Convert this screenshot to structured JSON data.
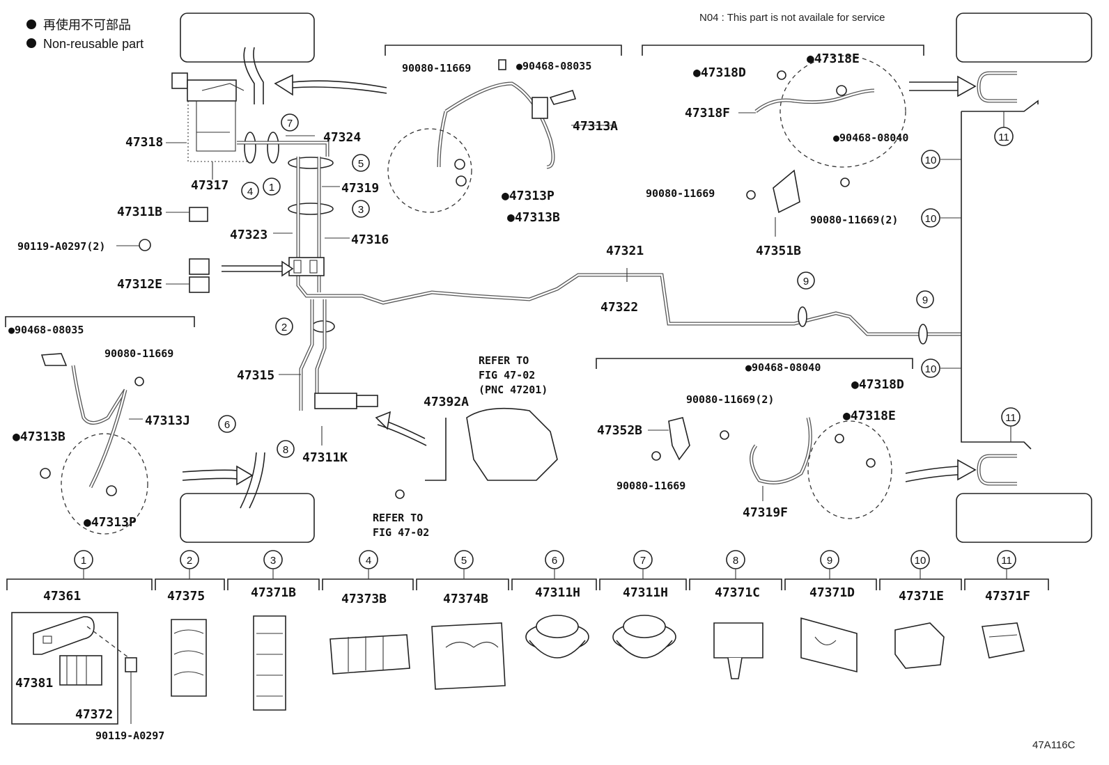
{
  "legend": {
    "bullet_jp": "再使用不可部品",
    "bullet_en": "Non-reusable part"
  },
  "note": "N04 : This part is not availale for service",
  "diagram_id": "47A116C",
  "labels": {
    "p47318": "47318",
    "p47317": "47317",
    "p47324": "47324",
    "p47319": "47319",
    "p47323": "47323",
    "p47316": "47316",
    "p47311B": "47311B",
    "p90119_A0297_2": "90119-A0297(2)",
    "p47312E": "47312E",
    "p90468_08035_left": "●90468-08035",
    "p90080_11669_left": "90080-11669",
    "p47313J": "47313J",
    "p47313B_left": "●47313B",
    "p47313P_left": "●47313P",
    "p47315": "47315",
    "p47311K": "47311K",
    "p47392A": "47392A",
    "refer1_line1": "REFER TO",
    "refer1_line2": "FIG 47-02",
    "refer1_line3": "(PNC 47201)",
    "refer2_line1": "REFER TO",
    "refer2_line2": "FIG 47-02",
    "p90080_11669_top": "90080-11669",
    "p90468_08035_top": "●90468-08035",
    "p47313A": "47313A",
    "p47313P_top": "●47313P",
    "p47313B_top": "●47313B",
    "p47321": "47321",
    "p47322": "47322",
    "p47318D_top": "●47318D",
    "p47318E_top": "●47318E",
    "p47318F": "47318F",
    "p90468_08040_top": "●90468-08040",
    "p90080_11669_r1": "90080-11669",
    "p90080_11669_r2": "90080-11669(2)",
    "p47351B": "47351B",
    "p90468_08040_bot": "●90468-08040",
    "p47318D_bot": "●47318D",
    "p90080_11669_2_bot": "90080-11669(2)",
    "p47318E_bot": "●47318E",
    "p47352B": "47352B",
    "p90080_11669_bot": "90080-11669",
    "p47319F": "47319F"
  },
  "callouts": [
    "1",
    "2",
    "3",
    "4",
    "5",
    "6",
    "7",
    "8",
    "9",
    "10",
    "11"
  ],
  "bottom_parts": [
    {
      "num": "1",
      "part": "47361"
    },
    {
      "num": "2",
      "part": "47375"
    },
    {
      "num": "3",
      "part": "47371B"
    },
    {
      "num": "4",
      "part": "47373B"
    },
    {
      "num": "5",
      "part": "47374B"
    },
    {
      "num": "6",
      "part": "47311H"
    },
    {
      "num": "7",
      "part": "47311H"
    },
    {
      "num": "8",
      "part": "47371C"
    },
    {
      "num": "9",
      "part": "47371D"
    },
    {
      "num": "10",
      "part": "47371E"
    },
    {
      "num": "11",
      "part": "47371F"
    }
  ],
  "sub_parts": {
    "p47381": "47381",
    "p47372": "47372",
    "p90119_A0297": "90119-A0297"
  }
}
